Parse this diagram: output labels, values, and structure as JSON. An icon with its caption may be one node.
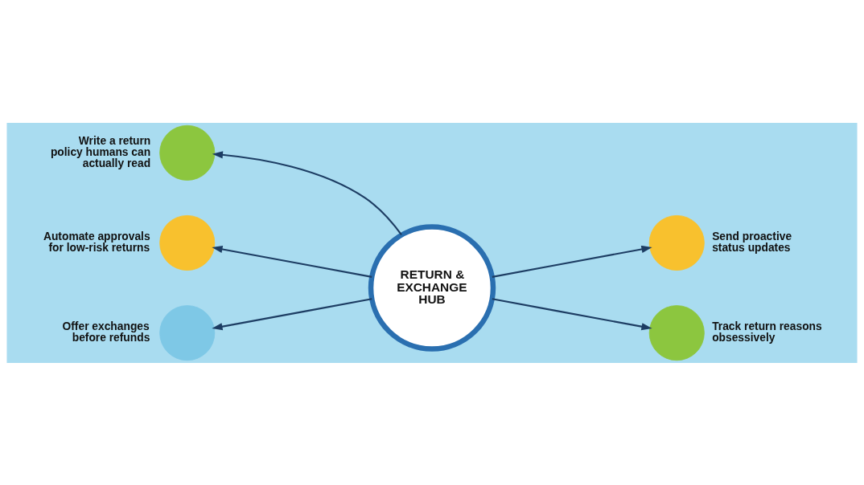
{
  "diagram": {
    "nodes": [
      {
        "text": [
          "RETURN & EXCHANGE HUB"
        ]
      },
      {
        "text": [],
        "shape": "circle",
        "beside": [
          "Write a return policy humans can actually read"
        ]
      },
      {
        "text": [],
        "shape": "circle",
        "beside": [
          "Send proactive status updates"
        ]
      },
      {
        "text": [],
        "shape": "circle",
        "beside": [
          "Automate approvals for low-risk returns"
        ]
      },
      {
        "text": [],
        "shape": "circle",
        "beside": [
          "Track return reasons obsessively"
        ]
      },
      {
        "text": [],
        "shape": "circle",
        "beside": [
          "Offer exchanges before refunds"
        ]
      }
    ],
    "edges": [
      {
        "from": 0,
        "to": 1,
        "arrow": "to"
      },
      {
        "from": 0,
        "to": 2,
        "arrow": "to"
      },
      {
        "from": 0,
        "to": 3,
        "arrow": "to"
      },
      {
        "from": 0,
        "to": 4,
        "arrow": "to"
      },
      {
        "from": 0,
        "to": 5,
        "arrow": "to"
      }
    ]
  }
}
